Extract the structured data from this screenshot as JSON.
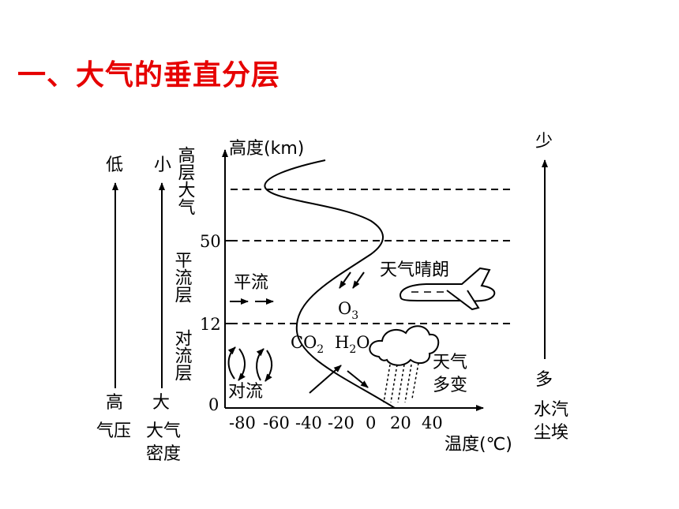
{
  "title": "一、大气的垂直分层",
  "diagram": {
    "y_axis_label": "高度(km)",
    "x_axis_label": "温度(℃)",
    "x_ticks": [
      "-80",
      "-60",
      "-40",
      "-20",
      "0",
      "20",
      "40"
    ],
    "y_ticks": [
      "50",
      "12",
      "0"
    ],
    "layers": {
      "upper": "高层大气",
      "stratosphere": "平流层",
      "troposphere": "对流层"
    },
    "annotations": {
      "advection": "平流",
      "convection": "对流",
      "ozone": "O",
      "ozone_sub": "3",
      "co2": "CO",
      "co2_sub": "2",
      "water": "H",
      "water_sub": "2",
      "water_o": "O",
      "weather_clear": "天气晴朗",
      "weather_variable_1": "天气",
      "weather_variable_2": "多变"
    },
    "side_scales": {
      "pressure": {
        "top": "低",
        "bottom": "高",
        "caption": "气压"
      },
      "density": {
        "top": "小",
        "bottom": "大",
        "caption_1": "大气",
        "caption_2": "密度"
      },
      "vapor_dust": {
        "top": "少",
        "bottom": "多",
        "caption_1": "水汽",
        "caption_2": "尘埃"
      }
    }
  }
}
